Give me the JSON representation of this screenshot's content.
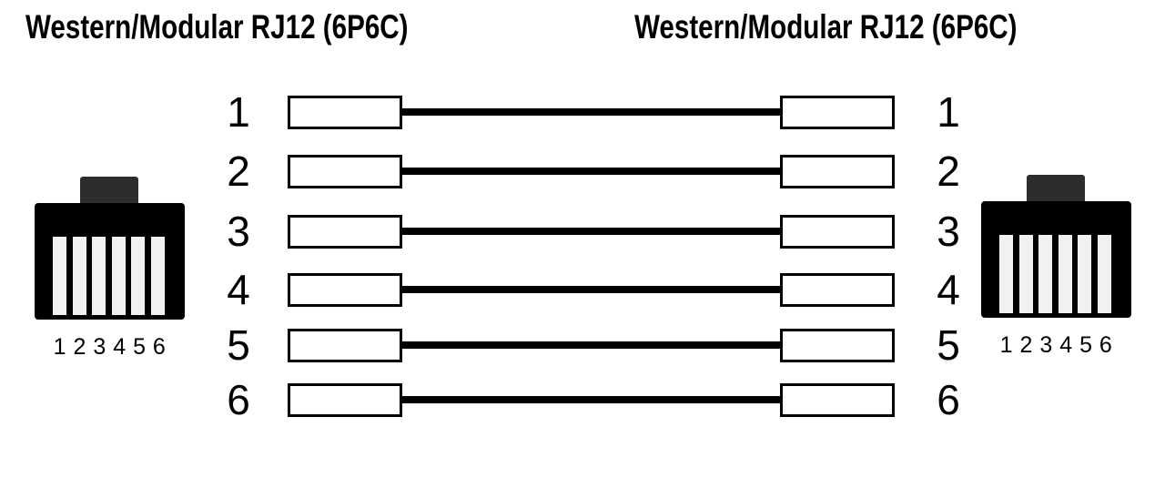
{
  "titles": {
    "left": "Western/Modular RJ12 (6P6C)",
    "right": "Western/Modular RJ12 (6P6C)"
  },
  "connectors": {
    "left": {
      "pin_numbers": "1 2 3 4 5 6",
      "pin_count": 6
    },
    "right": {
      "pin_numbers": "1 2 3 4 5 6",
      "pin_count": 6
    }
  },
  "wiring": {
    "rows": [
      {
        "left_pin": "1",
        "right_pin": "1"
      },
      {
        "left_pin": "2",
        "right_pin": "2"
      },
      {
        "left_pin": "3",
        "right_pin": "3"
      },
      {
        "left_pin": "4",
        "right_pin": "4"
      },
      {
        "left_pin": "5",
        "right_pin": "5"
      },
      {
        "left_pin": "6",
        "right_pin": "6"
      }
    ]
  },
  "colors": {
    "background": "#ffffff",
    "ink": "#000000",
    "connector_body": "#000000",
    "clip_tab": "#2d2d2d",
    "pin_slot": "#f1f1f1",
    "pad_fill": "#ffffff",
    "wire": "#000000"
  }
}
